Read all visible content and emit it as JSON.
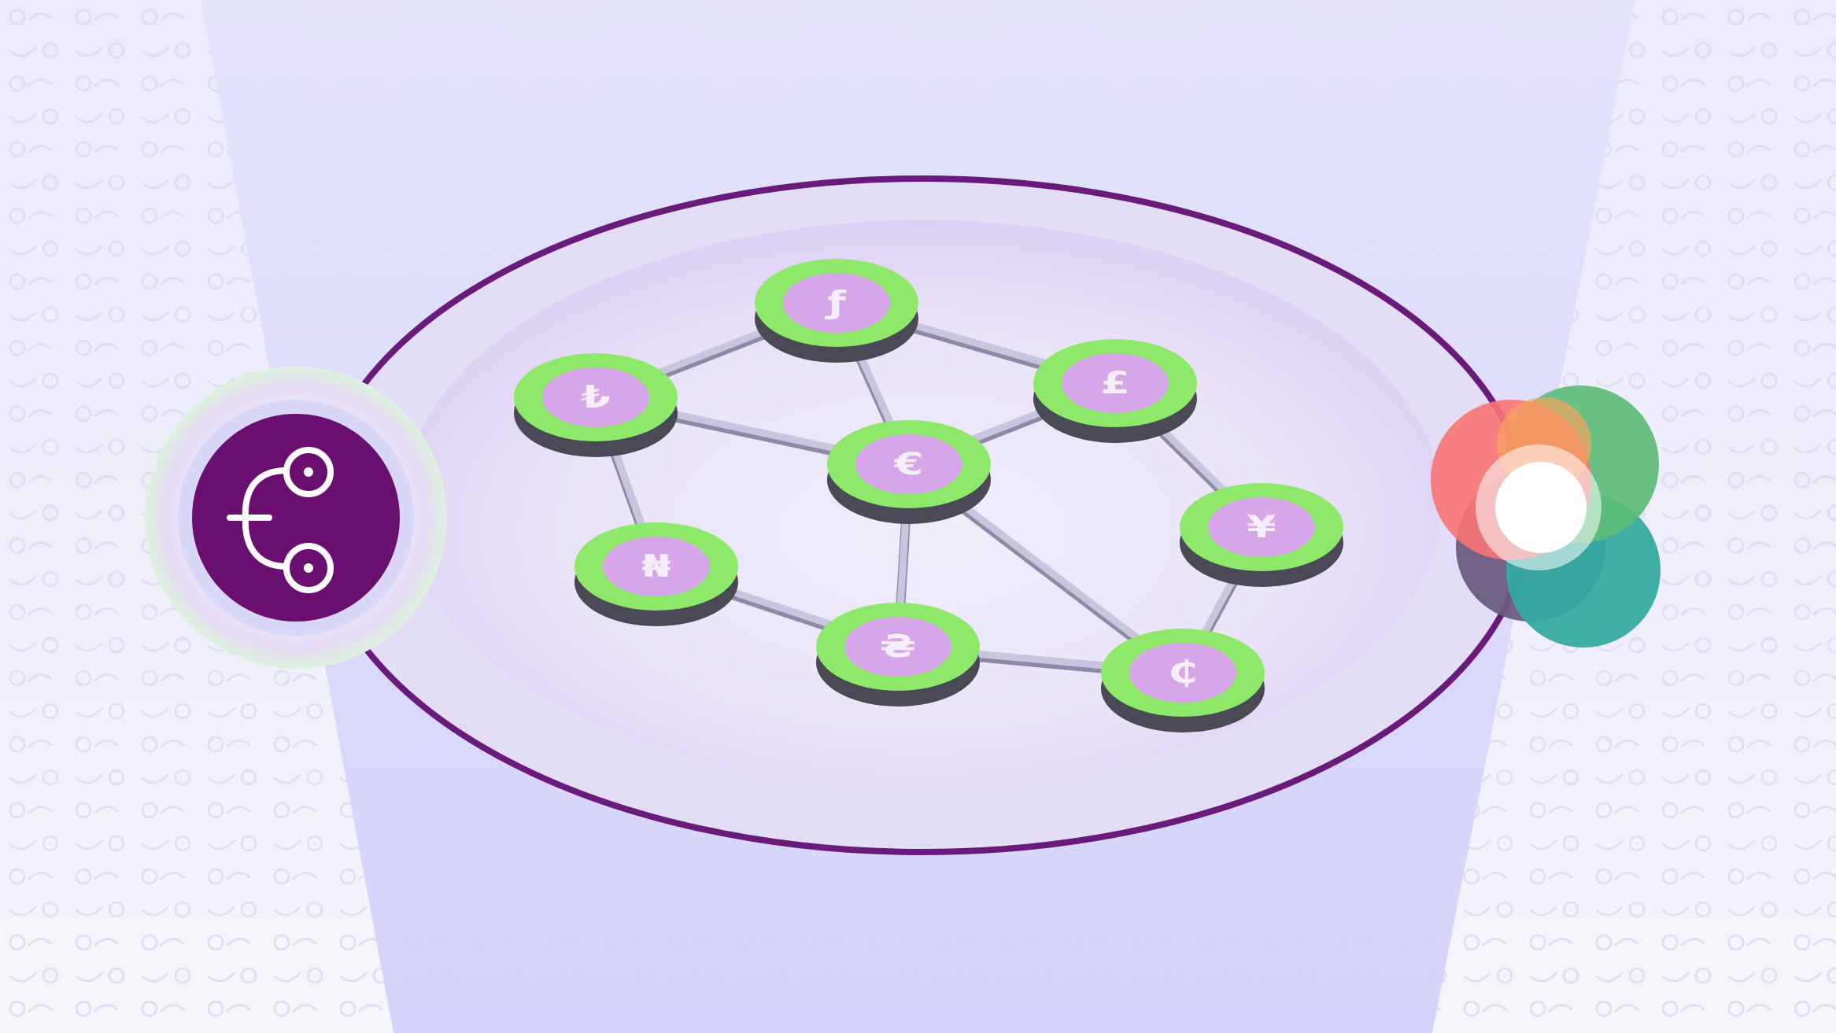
{
  "scene": {
    "background_color": "#ecebfb",
    "beam_color": "#d7d6fb",
    "platform_rim_color": "#6a1a7a",
    "platform_fill_color": "#e6dff8"
  },
  "network": {
    "node_ring_color": "#8ee86a",
    "node_center_color": "#d6a6e8",
    "node_side_color": "#4a4a56",
    "link_color": "#c8c6df",
    "nodes": [
      {
        "id": "florin",
        "symbol": "ƒ",
        "icon": "florin-sign-icon"
      },
      {
        "id": "lira",
        "symbol": "₺",
        "icon": "lira-sign-icon"
      },
      {
        "id": "pound",
        "symbol": "£",
        "icon": "pound-sign-icon"
      },
      {
        "id": "euro",
        "symbol": "€",
        "icon": "euro-sign-icon"
      },
      {
        "id": "yen",
        "symbol": "¥",
        "icon": "yen-sign-icon"
      },
      {
        "id": "naira",
        "symbol": "₦",
        "icon": "naira-sign-icon"
      },
      {
        "id": "hryvnia",
        "symbol": "₴",
        "icon": "hryvnia-sign-icon"
      },
      {
        "id": "cedi",
        "symbol": "₵",
        "icon": "cedi-sign-icon"
      }
    ],
    "links": [
      [
        "florin",
        "lira"
      ],
      [
        "florin",
        "pound"
      ],
      [
        "florin",
        "euro"
      ],
      [
        "lira",
        "euro"
      ],
      [
        "lira",
        "naira"
      ],
      [
        "pound",
        "euro"
      ],
      [
        "pound",
        "yen"
      ],
      [
        "euro",
        "hryvnia"
      ],
      [
        "euro",
        "cedi"
      ],
      [
        "naira",
        "hryvnia"
      ],
      [
        "hryvnia",
        "cedi"
      ],
      [
        "yen",
        "cedi"
      ]
    ]
  },
  "left_badge": {
    "icon": "branch-merge-icon",
    "fill_color": "#6a0f70",
    "glow_colors": [
      "#dff5e4",
      "#e9dcf5"
    ]
  },
  "right_logo": {
    "icon": "overlapping-circles-logo",
    "colors": [
      "#f87474",
      "#5cbd78",
      "#6b5b7e",
      "#35aaa0",
      "#f7a35c"
    ]
  }
}
